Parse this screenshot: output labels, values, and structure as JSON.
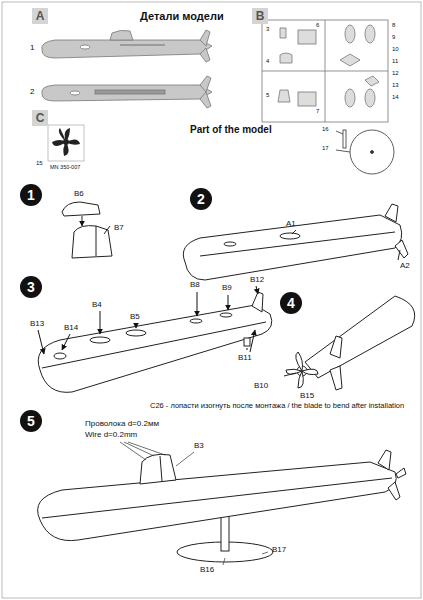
{
  "diagram": {
    "title": "Детали модели",
    "nodes": [
      {
        "text": [
          "A"
        ]
      },
      {
        "text": [
          "B"
        ]
      },
      {
        "text": [
          "C"
        ]
      },
      {
        "text": [
          "1"
        ]
      },
      {
        "text": [
          "2"
        ]
      },
      {
        "text": [
          "3"
        ]
      },
      {
        "text": [
          "4"
        ]
      },
      {
        "text": [
          "5"
        ]
      }
    ],
    "labels": [
      "1",
      "2",
      "3",
      "4",
      "5",
      "6",
      "7",
      "8",
      "9",
      "10",
      "11",
      "12",
      "13",
      "14",
      "15",
      "MN 350-007",
      "Part of the model",
      "16",
      "17",
      "B6",
      "B7",
      "A1",
      "A2",
      "B8",
      "B9",
      "B12",
      "B13",
      "B14",
      "B4",
      "B5",
      "B11",
      "B10",
      "B15",
      "C26 - лопасти изогнуть после монтажа / the blade to bend after installation",
      "Проволока d=0.2мм",
      "Wire d=0.2mm",
      "B3",
      "B16",
      "B17"
    ]
  }
}
